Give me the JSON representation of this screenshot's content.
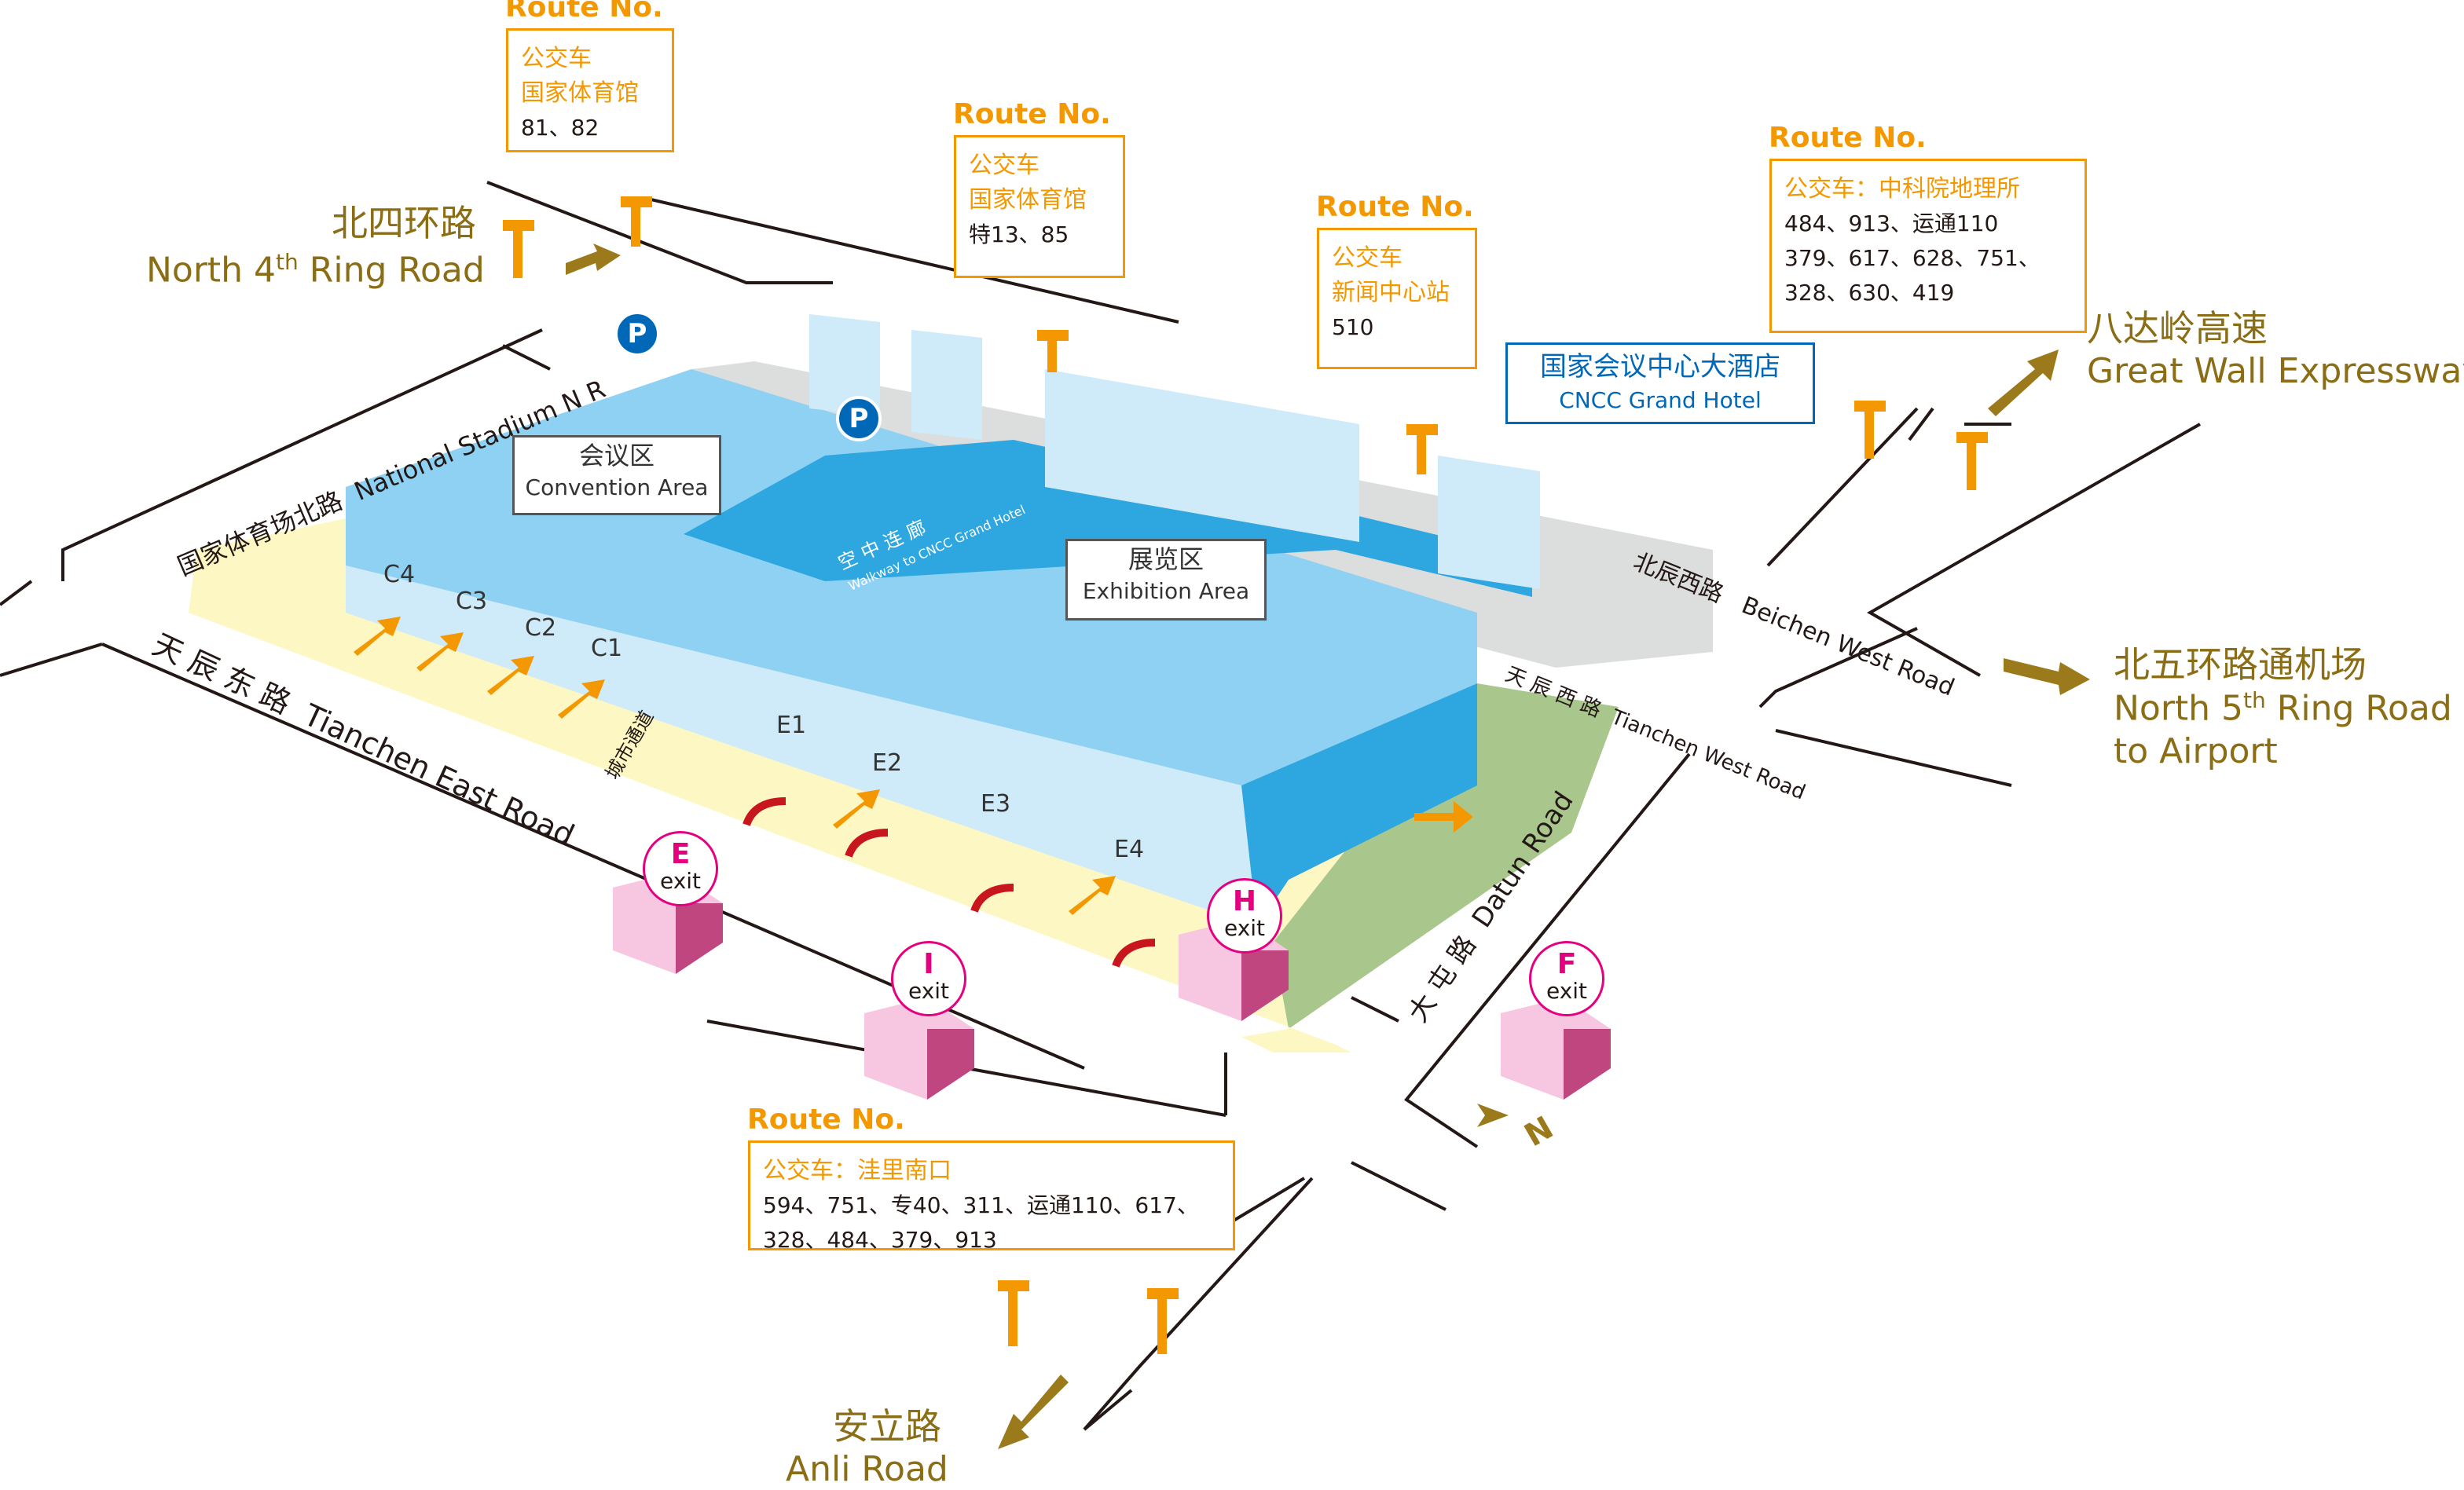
{
  "roads": {
    "north4th_cn": "北四环路",
    "north4th_en_a": "North 4",
    "north4th_en_sup": "th",
    "north4th_en_b": " Ring Road",
    "gw_cn": "八达岭高速",
    "gw_en": "Great Wall Expressway",
    "n5_cn": "北五环路通机场",
    "n5_en_a": "North 5",
    "n5_en_sup": "th",
    "n5_en_b": " Ring Road",
    "n5_en_c": "to Airport",
    "anli_cn": "安立路",
    "anli_en": "Anli Road",
    "natstadium_cn": "国家体育场北路",
    "natstadium_en": "National Stadium N R",
    "tianchen_east_cn": "天 辰 东 路",
    "tianchen_east_en": "Tianchen East Road",
    "beichen_cn": "北辰西路",
    "beichen_en": "Beichen West Road",
    "tianchen_west_cn": "天 辰 西 路",
    "tianchen_west_en": "Tianchen West Road",
    "datun_cn": "大 屯 路",
    "datun_en": "Datun Road",
    "hidden_road_cn": "城市通道"
  },
  "bus_stops": {
    "head": "Route No.",
    "bus1": {
      "l1": "公交车",
      "l2": "国家体育馆",
      "l3": "81、82"
    },
    "bus2": {
      "l1": "公交车",
      "l2": "国家体育馆",
      "l3": "特13、85"
    },
    "bus3": {
      "l1": "公交车",
      "l2": "新闻中心站",
      "l3": "510"
    },
    "bus4": {
      "l1": "公交车：中科院地理所",
      "l2": "484、913、运通110",
      "l3": "379、617、628、751、",
      "l4": "328、630、419"
    },
    "bus5": {
      "l1": "公交车：洼里南口",
      "l2": "594、751、专40、311、运通110、617、",
      "l3": "328、484、379、913"
    }
  },
  "hotel": {
    "cn": "国家会议中心大酒店",
    "en": "CNCC Grand Hotel"
  },
  "areas": {
    "convention_cn": "会议区",
    "convention_en": "Convention Area",
    "exhibition_cn": "展览区",
    "exhibition_en": "Exhibition Area"
  },
  "walkway": {
    "cn": "空 中 连 廊",
    "en": "Walkway to CNCC Grand Hotel"
  },
  "docks": [
    "C4",
    "C3",
    "C2",
    "C1",
    "E1",
    "E2",
    "E3",
    "E4"
  ],
  "exits": [
    {
      "letter": "E",
      "word": "exit"
    },
    {
      "letter": "I",
      "word": "exit"
    },
    {
      "letter": "H",
      "word": "exit"
    },
    {
      "letter": "F",
      "word": "exit"
    }
  ],
  "parking": "P",
  "compass": "N",
  "colors": {
    "road_label": "#8a6d15",
    "bus_orange": "#f39800",
    "building_blue": "#7fcbf0",
    "building_light": "#cfeaf9",
    "accent_blue": "#0068b7",
    "exit_magenta": "#e4007f",
    "plaza_yellow": "#fdf7c3",
    "lawn_green": "#a9c78d",
    "arrow_brown": "#9b7a1c"
  }
}
